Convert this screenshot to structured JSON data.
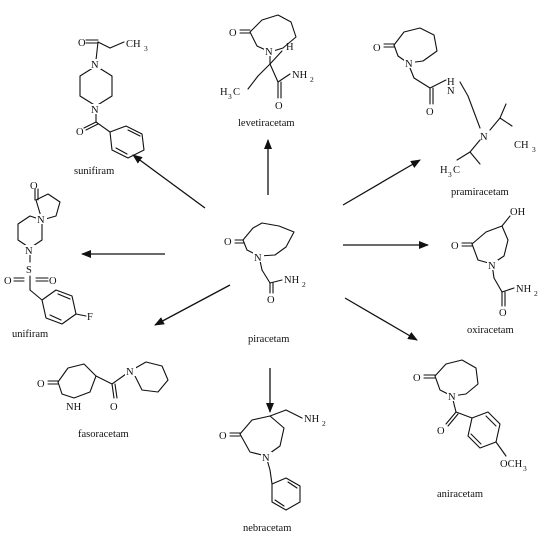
{
  "center": {
    "name": "piracetam"
  },
  "compounds": [
    {
      "id": "levetiracetam",
      "name": "levetiracetam"
    },
    {
      "id": "pramiracetam",
      "name": "pramiracetam"
    },
    {
      "id": "oxiracetam",
      "name": "oxiracetam"
    },
    {
      "id": "aniracetam",
      "name": "aniracetam"
    },
    {
      "id": "nebracetam",
      "name": "nebracetam"
    },
    {
      "id": "fasoracetam",
      "name": "fasoracetam"
    },
    {
      "id": "unifiram",
      "name": "unifiram"
    },
    {
      "id": "sunifiram",
      "name": "sunifiram"
    }
  ],
  "atoms": {
    "O": "O",
    "N": "N",
    "H": "H",
    "NH": "NH",
    "NH2": "NH",
    "two": "2",
    "CH3": "CH",
    "three": "3",
    "H3C": "H",
    "H3C_3": "3",
    "H3C_C": "C",
    "OH": "OH",
    "OCH3": "OCH",
    "S": "S",
    "F": "F"
  },
  "arrow_color": "#111111"
}
